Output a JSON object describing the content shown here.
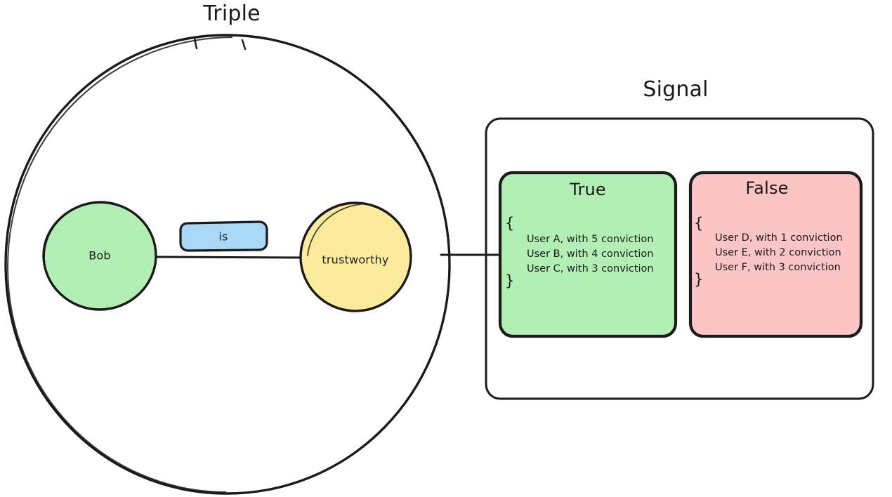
{
  "diagram": {
    "title_left": "Triple",
    "title_right": "Signal"
  },
  "triple": {
    "label": "Triple",
    "subject": {
      "label": "Bob",
      "shape": "circle",
      "color": "#b2efb5"
    },
    "predicate": {
      "label": "is",
      "shape": "rounded-rect",
      "color": "#a9d8f7"
    },
    "object": {
      "label": "trustworthy",
      "shape": "circle",
      "color": "#fbeb9b"
    }
  },
  "signal": {
    "label": "Signal",
    "blocks": [
      {
        "title": "True",
        "color": "#b2efb5",
        "open_brace": "{",
        "close_brace": "}",
        "rows": [
          "User A, with 5 conviction",
          "User B, with 4 conviction",
          "User C, with 3 conviction"
        ]
      },
      {
        "title": "False",
        "color": "#fcc5c5",
        "open_brace": "{",
        "close_brace": "}",
        "rows": [
          "User D, with 1 conviction",
          "User E, with 2 conviction",
          "User F, with 3 conviction"
        ]
      }
    ]
  },
  "style": {
    "stroke": "#1a1a1a",
    "background": "#ffffff"
  }
}
